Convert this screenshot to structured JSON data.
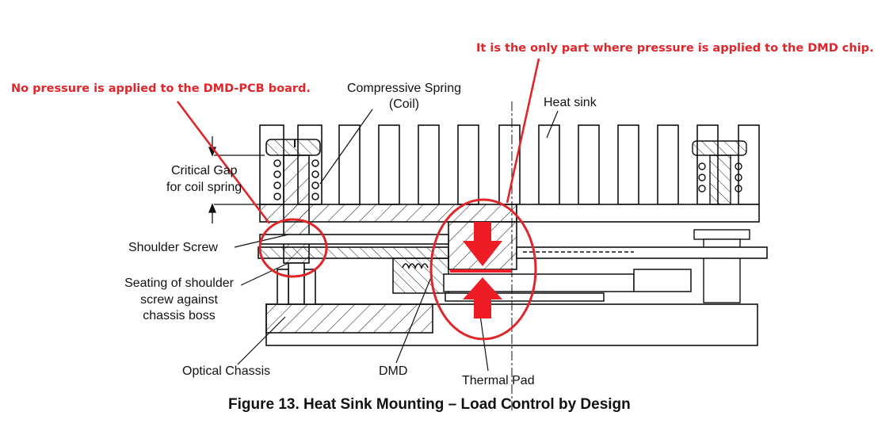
{
  "figure": {
    "caption": "Figure 13. Heat Sink Mounting – Load Control by Design"
  },
  "labels": {
    "compressive_spring_line1": "Compressive Spring",
    "compressive_spring_line2": "(Coil)",
    "heat_sink": "Heat sink",
    "critical_gap_line1": "Critical Gap",
    "critical_gap_line2": "for coil spring",
    "shoulder_screw": "Shoulder Screw",
    "seating_line1": "Seating of shoulder",
    "seating_line2": "screw against",
    "seating_line3": "chassis boss",
    "optical_chassis": "Optical Chassis",
    "dmd": "DMD",
    "thermal_pad": "Thermal Pad"
  },
  "annotations": {
    "no_pressure_note": "No pressure is applied to the DMD-PCB board.",
    "only_part_note": "It is the only part where pressure is applied to the DMD chip.",
    "highlight_color": "#e0262b",
    "arrow_color": "#ee1c25"
  }
}
